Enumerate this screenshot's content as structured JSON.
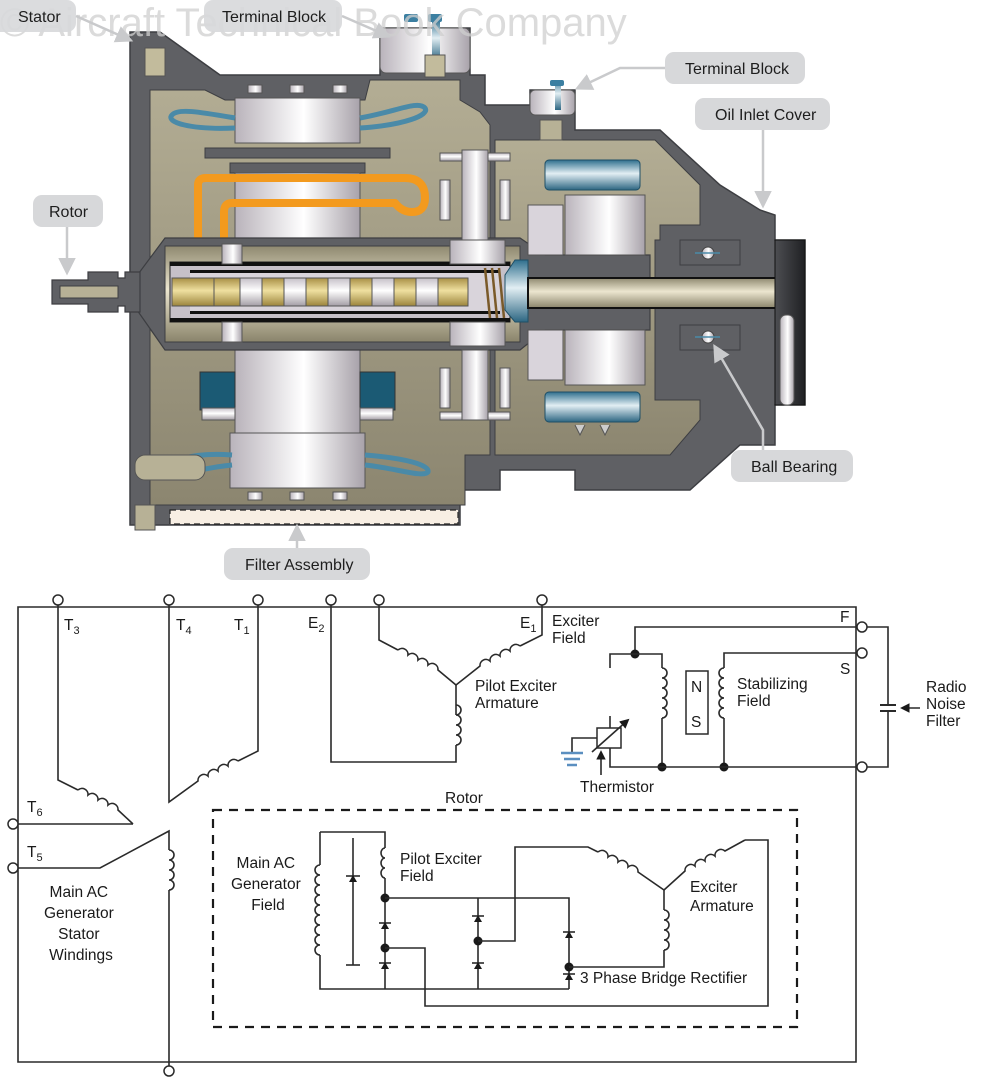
{
  "watermark": "© Aircraft Technical Book Company",
  "cutaway": {
    "callouts": {
      "stator": "Stator",
      "terminal_block_1": "Terminal Block",
      "terminal_block_2": "Terminal Block",
      "oil_inlet_cover": "Oil Inlet Cover",
      "rotor": "Rotor",
      "ball_bearing": "Ball Bearing",
      "filter_assembly": "Filter Assembly"
    },
    "colors": {
      "housing": "#5f6064",
      "housing_dark": "#3d3e42",
      "interior": "#a59f86",
      "interior_dark": "#7d7760",
      "metal_light": "#e8e4ea",
      "oil_line": "#f39a1e",
      "brass": "#c9b36a",
      "blue_steel": "#4a8aa8",
      "callout_bg": "#d7d8da",
      "callout_arrow": "#c9cacc",
      "filter": "#f8efe4"
    }
  },
  "schematic": {
    "terminals": {
      "T3": {
        "main": "T",
        "sub": "3"
      },
      "T4": {
        "main": "T",
        "sub": "4"
      },
      "T1": {
        "main": "T",
        "sub": "1"
      },
      "E2": {
        "main": "E",
        "sub": "2"
      },
      "E1": {
        "main": "E",
        "sub": "1"
      },
      "T6": {
        "main": "T",
        "sub": "6"
      },
      "T5": {
        "main": "T",
        "sub": "5"
      },
      "F": "F",
      "S": "S"
    },
    "labels": {
      "exciter_field": [
        "Exciter",
        "Field"
      ],
      "pilot_exciter_armature": [
        "Pilot Exciter",
        "Armature"
      ],
      "stabilizing_field": [
        "Stabilizing",
        "Field"
      ],
      "magnet_n": "N",
      "magnet_s": "S",
      "thermistor": "Thermistor",
      "radio_noise_filter": [
        "Radio",
        "Noise",
        "Filter"
      ],
      "rotor": "Rotor",
      "main_ac_generator_field": [
        "Main AC",
        "Generator",
        "Field"
      ],
      "pilot_exciter_field": [
        "Pilot Exciter",
        "Field"
      ],
      "exciter_armature": [
        "Exciter",
        "Armature"
      ],
      "three_phase_bridge_rectifier": "3 Phase Bridge Rectifier",
      "main_ac_generator_stator_windings": [
        "Main AC",
        "Generator",
        "Stator",
        "Windings"
      ]
    },
    "colors": {
      "wire": "#2a2a2a",
      "ground": "#5b8fc0"
    }
  }
}
